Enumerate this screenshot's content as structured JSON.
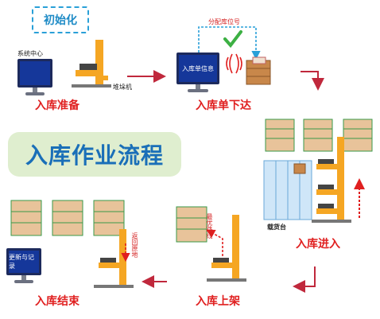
{
  "init_label": "初始化",
  "title": "入库作业流程",
  "steps": {
    "prep": "入库准备",
    "order": "入库单下达",
    "enter": "入库进入",
    "shelf": "入库上架",
    "end": "入库结束"
  },
  "labels": {
    "system_center": "系统中心",
    "stacker": "堆垛机",
    "assign_location": "分配库位号",
    "order_screen": "入库单信息",
    "loading_table": "载货台",
    "best_route": "最优路线",
    "return_origin": "返回原地",
    "update_record": "更新与记录"
  },
  "colors": {
    "accent_red": "#e02020",
    "title_blue": "#1a6fb8",
    "panel_green": "#dfeecf",
    "dashed_blue": "#2aa0d8",
    "stacker_yellow": "#f5a623",
    "monitor_blue": "#15379a",
    "box_brown": "#c8874a",
    "rack_green": "#3a9a4a",
    "check_green": "#3cb043"
  },
  "icons": [
    "monitor-icon",
    "stacker-crane-icon",
    "rfid-signal-icon",
    "checkmark-icon",
    "rack-icon",
    "box-icon",
    "loading-table-icon",
    "up-arrow-icon"
  ]
}
